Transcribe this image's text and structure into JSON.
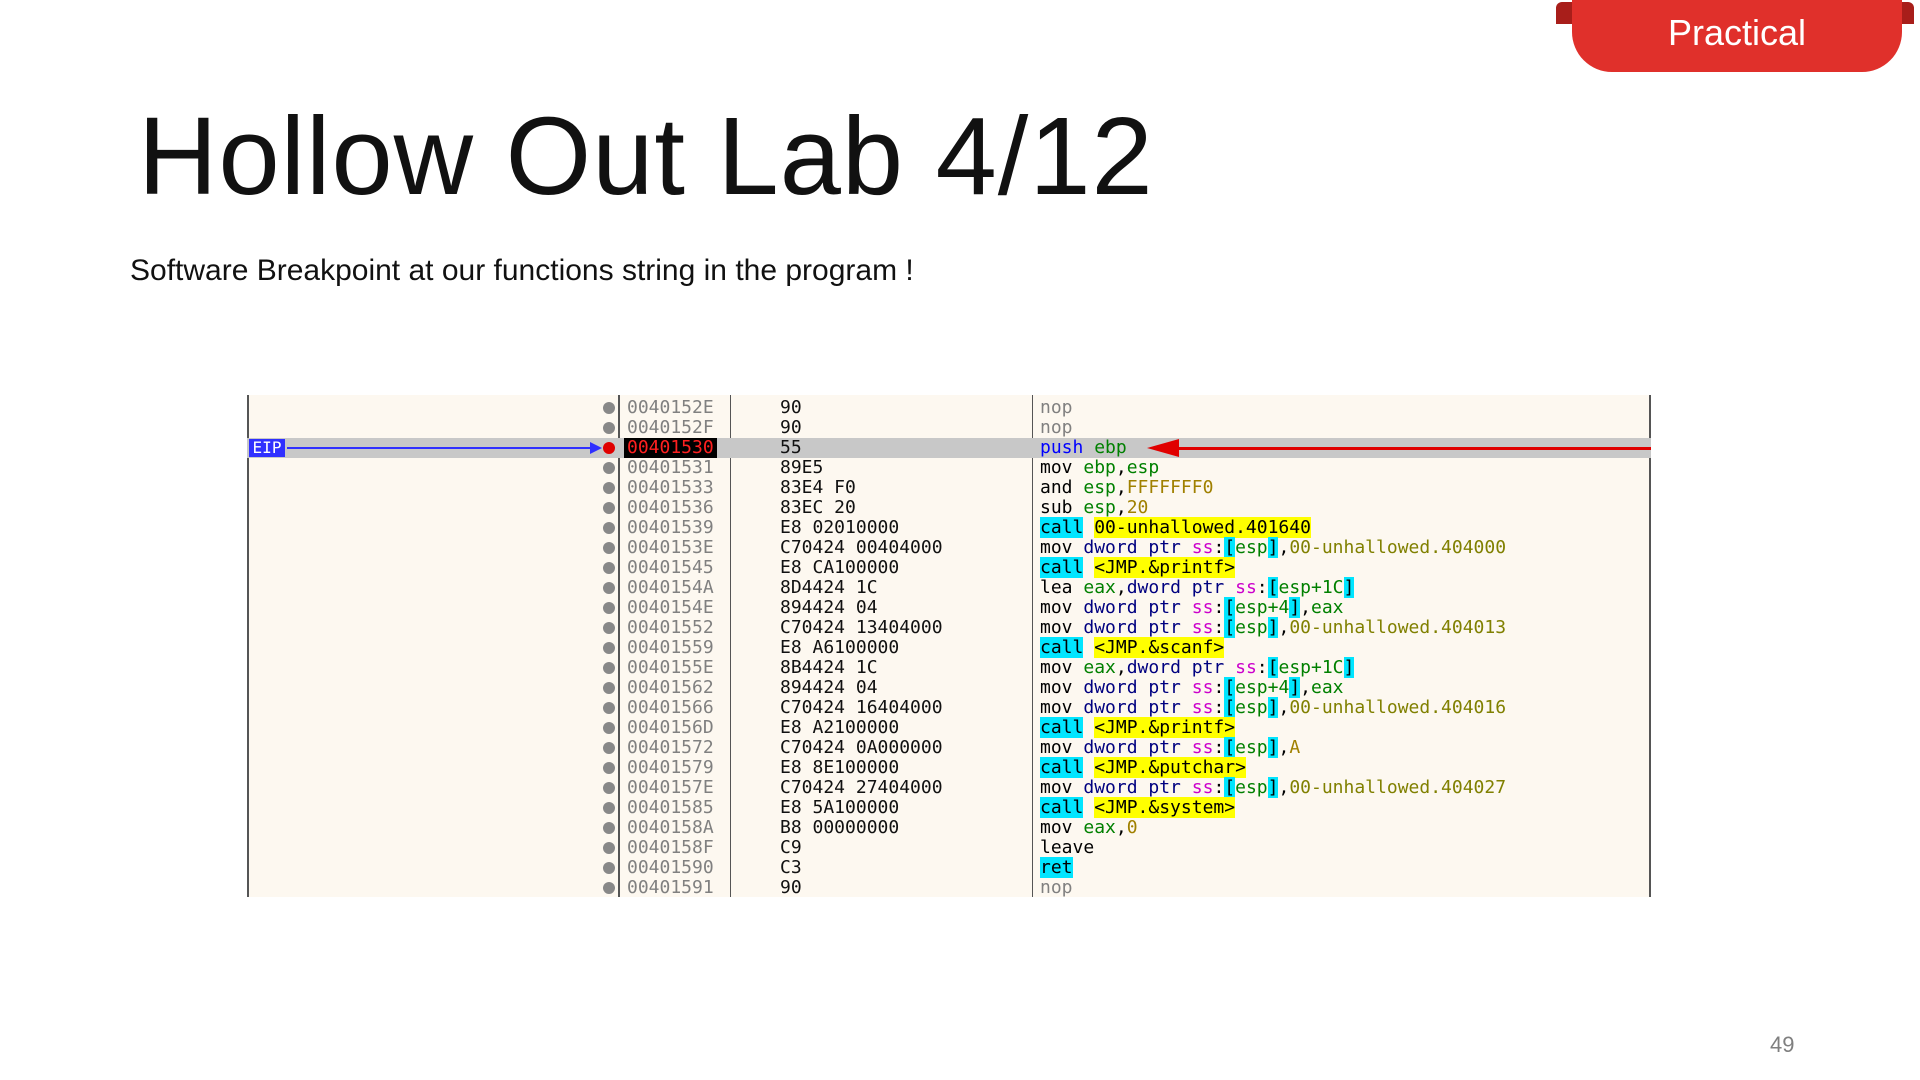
{
  "badge": {
    "label": "Practical"
  },
  "slide": {
    "title": "Hollow Out Lab 4/12",
    "subtitle": "Software Breakpoint at our functions string in the program !",
    "page_number": "49"
  },
  "debugger": {
    "eip_label": "EIP",
    "rows": [
      {
        "addr": "0040152E",
        "bytes": "90",
        "tokens": [
          [
            "nop",
            "nop"
          ]
        ]
      },
      {
        "addr": "0040152F",
        "bytes": "90",
        "tokens": [
          [
            "nop",
            "nop"
          ]
        ]
      },
      {
        "addr": "00401530",
        "bytes": "55",
        "eip": true,
        "tokens": [
          [
            "push",
            "push"
          ],
          [
            "sp",
            " "
          ],
          [
            "reg",
            "ebp"
          ]
        ]
      },
      {
        "addr": "00401531",
        "bytes": "89E5",
        "tokens": [
          [
            "mn",
            "mov"
          ],
          [
            "sp",
            " "
          ],
          [
            "reg",
            "ebp"
          ],
          [
            "mn",
            ","
          ],
          [
            "reg",
            "esp"
          ]
        ]
      },
      {
        "addr": "00401533",
        "bytes": "83E4 F0",
        "tokens": [
          [
            "mn",
            "and"
          ],
          [
            "sp",
            " "
          ],
          [
            "reg",
            "esp"
          ],
          [
            "mn",
            ","
          ],
          [
            "num",
            "FFFFFFF0"
          ]
        ]
      },
      {
        "addr": "00401536",
        "bytes": "83EC 20",
        "tokens": [
          [
            "mn",
            "sub"
          ],
          [
            "sp",
            " "
          ],
          [
            "reg",
            "esp"
          ],
          [
            "mn",
            ","
          ],
          [
            "num",
            "20"
          ]
        ]
      },
      {
        "addr": "00401539",
        "bytes": "E8 02010000",
        "tokens": [
          [
            "call",
            "call"
          ],
          [
            "sp",
            " "
          ],
          [
            "tgt",
            "00-unhallowed.401640"
          ]
        ]
      },
      {
        "addr": "0040153E",
        "bytes": "C70424 00404000",
        "tokens": [
          [
            "mn",
            "mov"
          ],
          [
            "sp",
            " "
          ],
          [
            "kw",
            "dword ptr"
          ],
          [
            "sp",
            " "
          ],
          [
            "seg",
            "ss"
          ],
          [
            "mn",
            ":"
          ],
          [
            "br",
            "["
          ],
          [
            "inreg",
            "esp"
          ],
          [
            "br",
            "]"
          ],
          [
            "mn",
            ","
          ],
          [
            "lbl",
            "00-unhallowed.404000"
          ]
        ]
      },
      {
        "addr": "00401545",
        "bytes": "E8 CA100000",
        "tokens": [
          [
            "call",
            "call"
          ],
          [
            "sp",
            " "
          ],
          [
            "tgt",
            "<JMP.&printf>"
          ]
        ]
      },
      {
        "addr": "0040154A",
        "bytes": "8D4424 1C",
        "tokens": [
          [
            "mn",
            "lea"
          ],
          [
            "sp",
            " "
          ],
          [
            "reg",
            "eax"
          ],
          [
            "mn",
            ","
          ],
          [
            "kw",
            "dword ptr"
          ],
          [
            "sp",
            " "
          ],
          [
            "seg",
            "ss"
          ],
          [
            "mn",
            ":"
          ],
          [
            "br",
            "["
          ],
          [
            "inreg",
            "esp+1C"
          ],
          [
            "br",
            "]"
          ]
        ]
      },
      {
        "addr": "0040154E",
        "bytes": "894424 04",
        "tokens": [
          [
            "mn",
            "mov"
          ],
          [
            "sp",
            " "
          ],
          [
            "kw",
            "dword ptr"
          ],
          [
            "sp",
            " "
          ],
          [
            "seg",
            "ss"
          ],
          [
            "mn",
            ":"
          ],
          [
            "br",
            "["
          ],
          [
            "inreg",
            "esp+4"
          ],
          [
            "br",
            "]"
          ],
          [
            "mn",
            ","
          ],
          [
            "reg",
            "eax"
          ]
        ]
      },
      {
        "addr": "00401552",
        "bytes": "C70424 13404000",
        "tokens": [
          [
            "mn",
            "mov"
          ],
          [
            "sp",
            " "
          ],
          [
            "kw",
            "dword ptr"
          ],
          [
            "sp",
            " "
          ],
          [
            "seg",
            "ss"
          ],
          [
            "mn",
            ":"
          ],
          [
            "br",
            "["
          ],
          [
            "inreg",
            "esp"
          ],
          [
            "br",
            "]"
          ],
          [
            "mn",
            ","
          ],
          [
            "lbl",
            "00-unhallowed.404013"
          ]
        ]
      },
      {
        "addr": "00401559",
        "bytes": "E8 A6100000",
        "tokens": [
          [
            "call",
            "call"
          ],
          [
            "sp",
            " "
          ],
          [
            "tgt",
            "<JMP.&scanf>"
          ]
        ]
      },
      {
        "addr": "0040155E",
        "bytes": "8B4424 1C",
        "tokens": [
          [
            "mn",
            "mov"
          ],
          [
            "sp",
            " "
          ],
          [
            "reg",
            "eax"
          ],
          [
            "mn",
            ","
          ],
          [
            "kw",
            "dword ptr"
          ],
          [
            "sp",
            " "
          ],
          [
            "seg",
            "ss"
          ],
          [
            "mn",
            ":"
          ],
          [
            "br",
            "["
          ],
          [
            "inreg",
            "esp+1C"
          ],
          [
            "br",
            "]"
          ]
        ]
      },
      {
        "addr": "00401562",
        "bytes": "894424 04",
        "tokens": [
          [
            "mn",
            "mov"
          ],
          [
            "sp",
            " "
          ],
          [
            "kw",
            "dword ptr"
          ],
          [
            "sp",
            " "
          ],
          [
            "seg",
            "ss"
          ],
          [
            "mn",
            ":"
          ],
          [
            "br",
            "["
          ],
          [
            "inreg",
            "esp+4"
          ],
          [
            "br",
            "]"
          ],
          [
            "mn",
            ","
          ],
          [
            "reg",
            "eax"
          ]
        ]
      },
      {
        "addr": "00401566",
        "bytes": "C70424 16404000",
        "tokens": [
          [
            "mn",
            "mov"
          ],
          [
            "sp",
            " "
          ],
          [
            "kw",
            "dword ptr"
          ],
          [
            "sp",
            " "
          ],
          [
            "seg",
            "ss"
          ],
          [
            "mn",
            ":"
          ],
          [
            "br",
            "["
          ],
          [
            "inreg",
            "esp"
          ],
          [
            "br",
            "]"
          ],
          [
            "mn",
            ","
          ],
          [
            "lbl",
            "00-unhallowed.404016"
          ]
        ]
      },
      {
        "addr": "0040156D",
        "bytes": "E8 A2100000",
        "tokens": [
          [
            "call",
            "call"
          ],
          [
            "sp",
            " "
          ],
          [
            "tgt",
            "<JMP.&printf>"
          ]
        ]
      },
      {
        "addr": "00401572",
        "bytes": "C70424 0A000000",
        "tokens": [
          [
            "mn",
            "mov"
          ],
          [
            "sp",
            " "
          ],
          [
            "kw",
            "dword ptr"
          ],
          [
            "sp",
            " "
          ],
          [
            "seg",
            "ss"
          ],
          [
            "mn",
            ":"
          ],
          [
            "br",
            "["
          ],
          [
            "inreg",
            "esp"
          ],
          [
            "br",
            "]"
          ],
          [
            "mn",
            ","
          ],
          [
            "num",
            "A"
          ]
        ]
      },
      {
        "addr": "00401579",
        "bytes": "E8 8E100000",
        "tokens": [
          [
            "call",
            "call"
          ],
          [
            "sp",
            " "
          ],
          [
            "tgt",
            "<JMP.&putchar>"
          ]
        ]
      },
      {
        "addr": "0040157E",
        "bytes": "C70424 27404000",
        "tokens": [
          [
            "mn",
            "mov"
          ],
          [
            "sp",
            " "
          ],
          [
            "kw",
            "dword ptr"
          ],
          [
            "sp",
            " "
          ],
          [
            "seg",
            "ss"
          ],
          [
            "mn",
            ":"
          ],
          [
            "br",
            "["
          ],
          [
            "inreg",
            "esp"
          ],
          [
            "br",
            "]"
          ],
          [
            "mn",
            ","
          ],
          [
            "lbl",
            "00-unhallowed.404027"
          ]
        ]
      },
      {
        "addr": "00401585",
        "bytes": "E8 5A100000",
        "tokens": [
          [
            "call",
            "call"
          ],
          [
            "sp",
            " "
          ],
          [
            "tgt",
            "<JMP.&system>"
          ]
        ]
      },
      {
        "addr": "0040158A",
        "bytes": "B8 00000000",
        "tokens": [
          [
            "mn",
            "mov"
          ],
          [
            "sp",
            " "
          ],
          [
            "reg",
            "eax"
          ],
          [
            "mn",
            ","
          ],
          [
            "num",
            "0"
          ]
        ]
      },
      {
        "addr": "0040158F",
        "bytes": "C9",
        "tokens": [
          [
            "mn",
            "leave"
          ]
        ]
      },
      {
        "addr": "00401590",
        "bytes": "C3",
        "tokens": [
          [
            "ret",
            "ret"
          ]
        ]
      },
      {
        "addr": "00401591",
        "bytes": "90",
        "tokens": [
          [
            "nop",
            "nop"
          ]
        ]
      }
    ]
  },
  "colors": {
    "accent": "#e0302b",
    "eip_marker": "#3030ff",
    "breakpoint": "#e00000",
    "call_highlight": "#00e5ff",
    "target_highlight": "#ffff00"
  }
}
